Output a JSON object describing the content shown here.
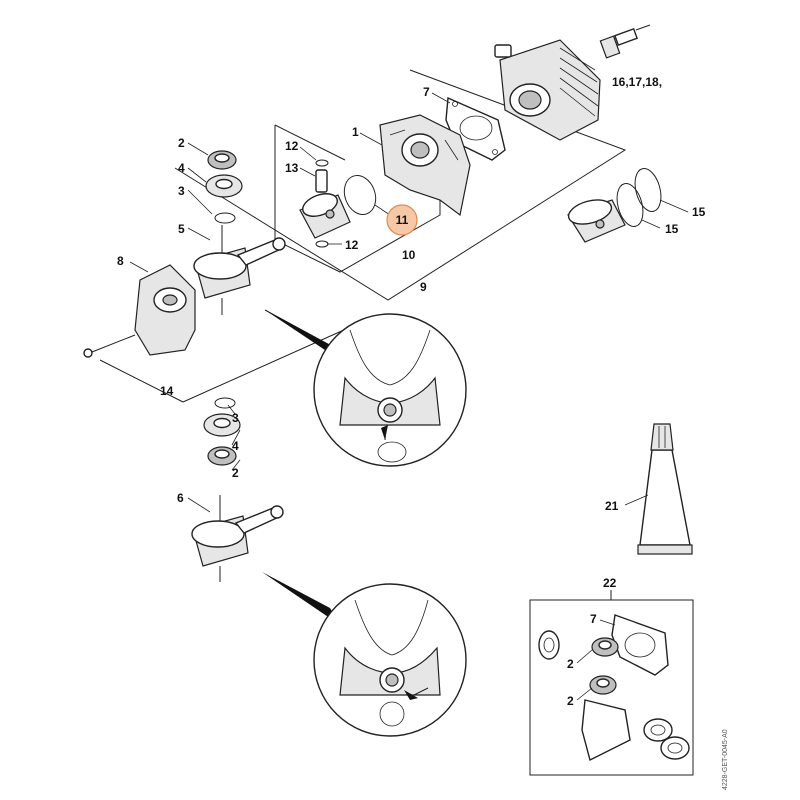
{
  "diagram": {
    "doc_id": "4228-GET-0045-A0",
    "labels": {
      "l1": "1",
      "l2a": "2",
      "l2b": "2",
      "l2c": "2",
      "l2d": "2",
      "l3a": "3",
      "l3b": "3",
      "l4a": "4",
      "l4b": "4",
      "l5": "5",
      "l6": "6",
      "l7a": "7",
      "l7b": "7",
      "l8": "8",
      "l9": "9",
      "l10": "10",
      "l11": "11",
      "l12a": "12",
      "l12b": "12",
      "l13": "13",
      "l14": "14",
      "l15a": "15",
      "l15b": "15",
      "l16": "16,17,18,",
      "l21": "21",
      "l22": "22"
    },
    "highlight": {
      "label": "11",
      "color": "#f5c8a8",
      "stroke": "#e08a4e"
    },
    "colors": {
      "ink": "#222222",
      "background": "#ffffff"
    }
  }
}
